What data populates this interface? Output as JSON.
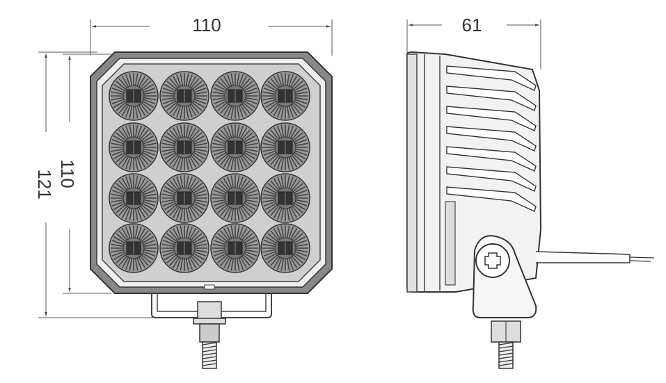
{
  "dimensions": {
    "front_width": "110",
    "front_height_inner": "110",
    "front_height_total": "121",
    "side_depth": "61"
  },
  "led_grid": {
    "rows": 4,
    "cols": 4
  },
  "colors": {
    "line": "#333333",
    "fill_dark": "#555555",
    "fill_light": "#e6e6e6"
  }
}
